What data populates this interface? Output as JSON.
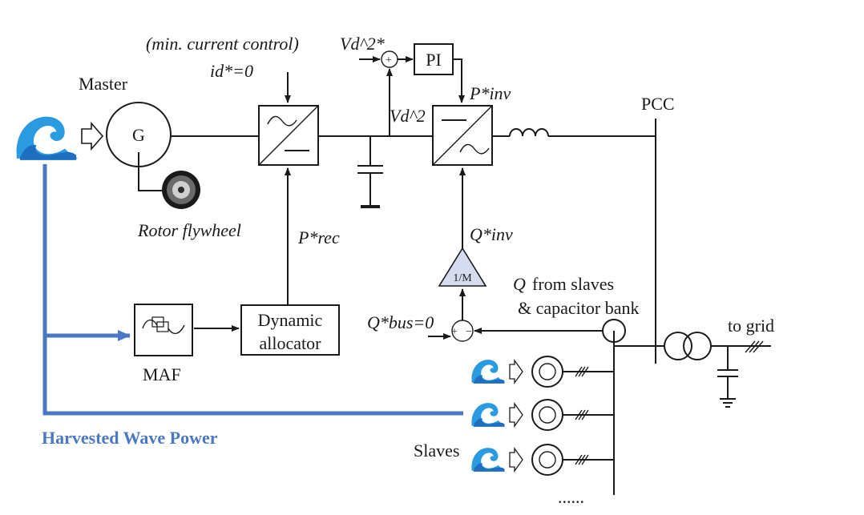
{
  "labels": {
    "min_current": "(min. current control)",
    "id_ref": "id*=0",
    "vd2_ref": "Vd^2*",
    "pi": "PI",
    "p_inv": "P*inv",
    "vd2": "Vd^2",
    "pcc": "PCC",
    "master": "Master",
    "generator": "G",
    "rotor_flywheel": "Rotor flywheel",
    "p_rec": "P*rec",
    "q_inv": "Q*inv",
    "gain": "1/M",
    "q_from_slaves_1": "from slaves",
    "q_symbol": "Q",
    "q_from_slaves_2": "& capacitor bank",
    "q_bus": "Q*bus=0",
    "to_grid": "to grid",
    "dynamic_1": "Dynamic",
    "dynamic_2": "allocator",
    "maf": "MAF",
    "harvested": "Harvested Wave Power",
    "slaves": "Slaves",
    "dots": "......",
    "sum_plus": "+",
    "sum_minus": "−"
  },
  "colors": {
    "line": "#1a1a1a",
    "accent": "#4a78c4",
    "wave_blue": "#2a9be0",
    "wave_dark": "#1e6fc0",
    "gain_fill": "#d5dcef"
  }
}
